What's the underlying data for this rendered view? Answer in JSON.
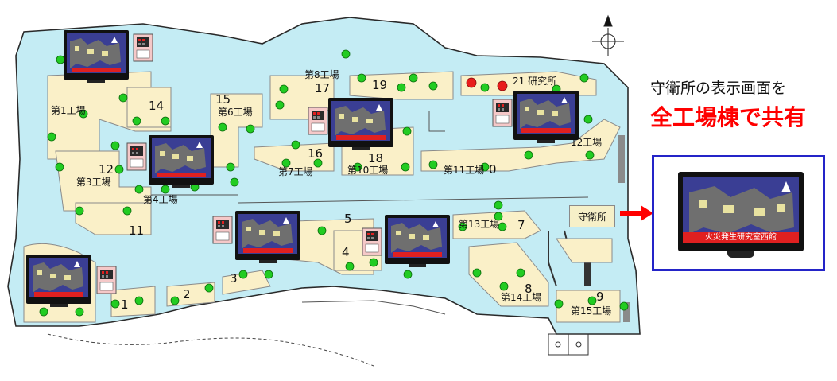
{
  "labels": {
    "factory1": "第1工場",
    "factory3": "第3工場",
    "factory4": "第4工場",
    "factory6": "第6工場",
    "factory7": "第7工場",
    "factory8": "第8工場",
    "factory10": "第10工場",
    "factory11": "第11工場",
    "factory12": "12工場",
    "factory13": "第13工場",
    "factory14": "第14工場",
    "factory15": "第15工場",
    "lab": "21 研究所"
  },
  "numbers": [
    "14",
    "12",
    "11",
    "15",
    "17",
    "19",
    "16",
    "18",
    "4",
    "5",
    "7",
    "8",
    "9",
    "1",
    "2",
    "3",
    "0"
  ],
  "guardhouse": "守衛所",
  "caption": {
    "line1": "守衛所の表示画面を",
    "line2": "全工場棟で共有"
  },
  "monitor_caption": "火災発生研究室西館",
  "colors": {
    "site": "#c4ecf4",
    "building": "#faf0c8",
    "sensor": "#22cc22",
    "alarm": "#e81c1c",
    "frame": "#2424c8",
    "arrow": "#ff0000",
    "highlight": "#ff0000"
  },
  "icons": [
    "north-arrow-icon",
    "monitor-icon",
    "control-panel-icon",
    "arrow-right-icon"
  ]
}
